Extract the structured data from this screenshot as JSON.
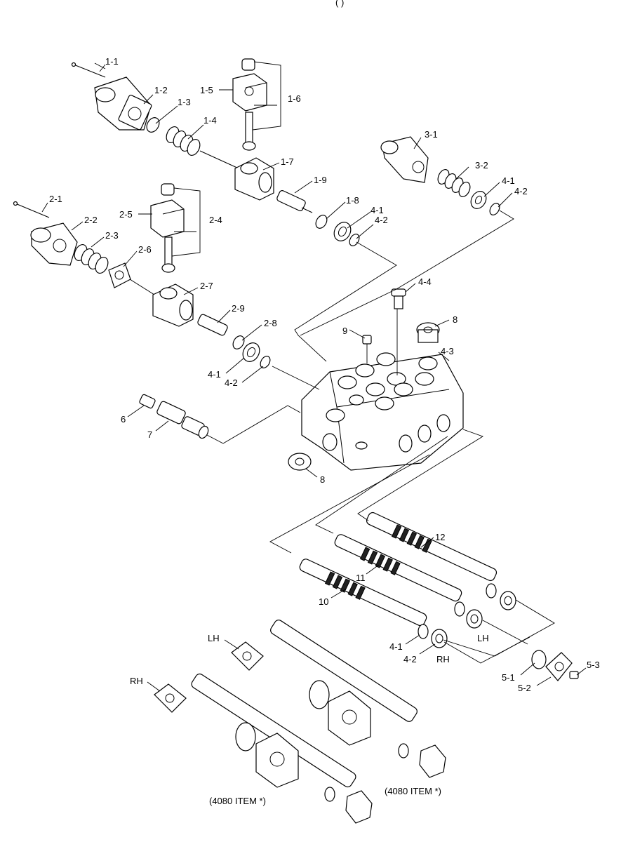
{
  "top_note": "(                                    )",
  "labels": {
    "l1_1": "1-1",
    "l1_2": "1-2",
    "l1_3": "1-3",
    "l1_4": "1-4",
    "l1_5": "1-5",
    "l1_6": "1-6",
    "l1_7": "1-7",
    "l1_8": "1-8",
    "l1_9": "1-9",
    "l2_1": "2-1",
    "l2_2": "2-2",
    "l2_3": "2-3",
    "l2_4": "2-4",
    "l2_5": "2-5",
    "l2_6": "2-6",
    "l2_7": "2-7",
    "l2_8": "2-8",
    "l2_9": "2-9",
    "l3_1": "3-1",
    "l3_2": "3-2",
    "l4_1a": "4-1",
    "l4_2a": "4-2",
    "l4_1b": "4-1",
    "l4_2b": "4-2",
    "l4_1c": "4-1",
    "l4_2c": "4-2",
    "l4_1d": "4-1",
    "l4_2d": "4-2",
    "l4_3": "4-3",
    "l4_4": "4-4",
    "l5_1": "5-1",
    "l5_2": "5-2",
    "l5_3": "5-3",
    "l6": "6",
    "l7": "7",
    "l8a": "8",
    "l8b": "8",
    "l9": "9",
    "l10": "10",
    "l11": "11",
    "l12": "12",
    "lh_a": "LH",
    "rh_a": "RH",
    "lh_b": "LH",
    "rh_b": "RH",
    "item_a": "(4080 ITEM *)",
    "item_b": "(4080 ITEM *)"
  }
}
